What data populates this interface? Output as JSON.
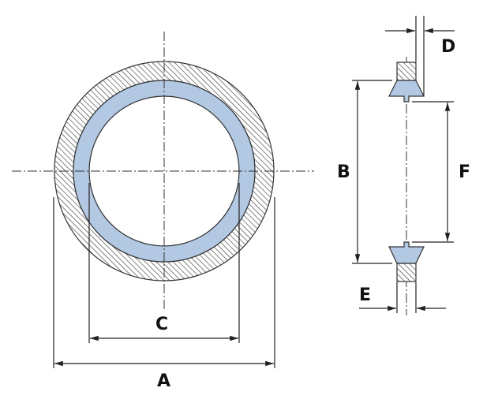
{
  "diagram": {
    "labels": {
      "A": "A",
      "B": "B",
      "C": "C",
      "D": "D",
      "E": "E",
      "F": "F"
    },
    "colors": {
      "seal": "#b3c9e3",
      "line": "#222222"
    }
  }
}
